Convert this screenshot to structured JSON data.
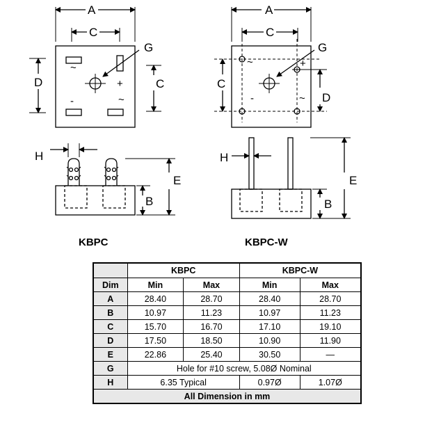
{
  "diagram": {
    "labels": {
      "a": "A",
      "b": "B",
      "c": "C",
      "d": "D",
      "e": "E",
      "g": "G",
      "h": "H",
      "plus": "+",
      "minus": "-",
      "tilde": "~"
    },
    "captions": {
      "left": "KBPC",
      "right": "KBPC-W"
    }
  },
  "table": {
    "header_left": "KBPC",
    "header_right": "KBPC-W",
    "col_dim": "Dim",
    "col_min": "Min",
    "col_max": "Max",
    "rows": [
      {
        "dim": "A",
        "kbpc_min": "28.40",
        "kbpc_max": "28.70",
        "w_min": "28.40",
        "w_max": "28.70"
      },
      {
        "dim": "B",
        "kbpc_min": "10.97",
        "kbpc_max": "11.23",
        "w_min": "10.97",
        "w_max": "11.23"
      },
      {
        "dim": "C",
        "kbpc_min": "15.70",
        "kbpc_max": "16.70",
        "w_min": "17.10",
        "w_max": "19.10"
      },
      {
        "dim": "D",
        "kbpc_min": "17.50",
        "kbpc_max": "18.50",
        "w_min": "10.90",
        "w_max": "11.90"
      },
      {
        "dim": "E",
        "kbpc_min": "22.86",
        "kbpc_max": "25.40",
        "w_min": "30.50",
        "w_max": "—"
      }
    ],
    "row_g": {
      "dim": "G",
      "text": "Hole for #10 screw, 5.08Ø Nominal"
    },
    "row_h": {
      "dim": "H",
      "kbpc": "6.35 Typical",
      "w_min": "0.97Ø",
      "w_max": "1.07Ø"
    },
    "footer": "All Dimension in mm"
  }
}
